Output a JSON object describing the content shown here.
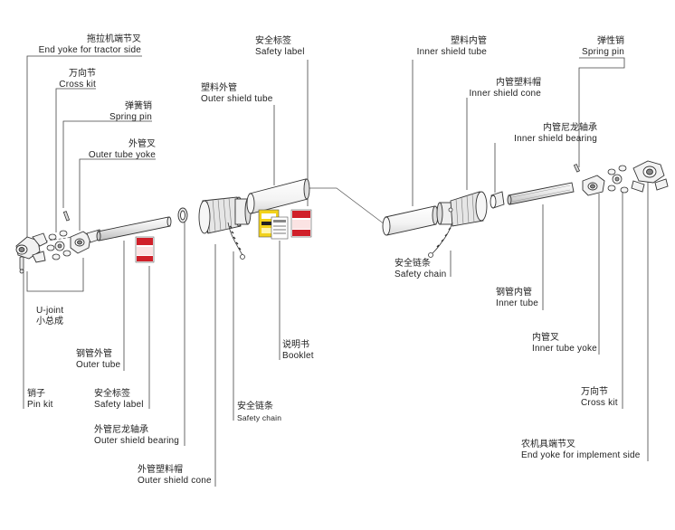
{
  "labels": {
    "end_yoke_tractor": {
      "cn": "拖拉机端节叉",
      "en": "End yoke for tractor side"
    },
    "cross_kit_left": {
      "cn": "万向节",
      "en": "Cross kit"
    },
    "spring_pin_left": {
      "cn": "弹簧销",
      "en": "Spring pin"
    },
    "outer_tube_yoke": {
      "cn": "外管叉",
      "en": "Outer tube yoke"
    },
    "u_joint": {
      "en": "U-joint",
      "cn": "小总成"
    },
    "outer_tube": {
      "cn": "钢管外管",
      "en": "Outer tube"
    },
    "pin_kit": {
      "cn": "销子",
      "en": "Pin kit"
    },
    "safety_label_bottom": {
      "cn": "安全标签",
      "en": "Safety label"
    },
    "outer_shield_bearing": {
      "cn": "外管尼龙轴承",
      "en": "Outer shield bearing"
    },
    "outer_shield_cone": {
      "cn": "外管塑料帽",
      "en": "Outer shield cone"
    },
    "outer_shield_tube": {
      "cn": "塑料外管",
      "en": "Outer shield tube"
    },
    "safety_label_top": {
      "cn": "安全标签",
      "en": "Safety label"
    },
    "booklet": {
      "cn": "说明书",
      "en": "Booklet"
    },
    "safety_chain_left": {
      "cn": "安全链条",
      "en": "Safety chain"
    },
    "inner_shield_tube": {
      "cn": "塑料内管",
      "en": "Inner shield tube"
    },
    "inner_shield_cone": {
      "cn": "内管塑料帽",
      "en": "Inner shield cone"
    },
    "inner_shield_bearing": {
      "cn": "内管尼龙轴承",
      "en": "Inner shield bearing"
    },
    "safety_chain_right": {
      "cn": "安全链条",
      "en": "Safety chain"
    },
    "inner_tube": {
      "cn": "钢管内管",
      "en": "Inner tube"
    },
    "inner_tube_yoke": {
      "cn": "内管叉",
      "en": "Inner tube yoke"
    },
    "cross_kit_right": {
      "cn": "万向节",
      "en": "Cross kit"
    },
    "spring_pin_right": {
      "cn": "弹性销",
      "en": "Spring pin"
    },
    "end_yoke_implement": {
      "cn": "农机具端节叉",
      "en": "End yoke for implement side"
    }
  },
  "colors": {
    "line": "#333333",
    "part_fill": "#f4f4f4",
    "label_red": "#d0202a",
    "label_yellow": "#f2d21b"
  }
}
